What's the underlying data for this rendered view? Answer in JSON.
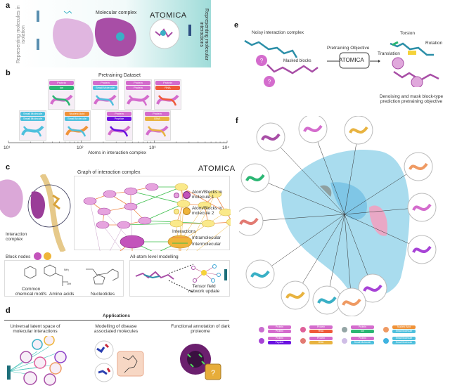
{
  "panel_a": {
    "label": "a",
    "left_text": "Representing molecules in isolation",
    "center_text": "Molecular complex",
    "logo": "ATOMICA",
    "right_text": "Representing molecular interactions"
  },
  "panel_b": {
    "label": "b",
    "title": "Pretraining Dataset",
    "xlabel": "Atoms in interaction complex",
    "ticks": [
      "10¹",
      "10²",
      "10³",
      "10⁴"
    ],
    "cards": [
      {
        "top": "Protein",
        "bottom": "Ion",
        "top_color": "#d46ccd",
        "bottom_color": "#2bb673"
      },
      {
        "top": "Protein",
        "bottom": "Small Molecule",
        "top_color": "#d46ccd",
        "bottom_color": "#4fc0dd"
      },
      {
        "top": "Protein",
        "bottom": "Protein",
        "top_color": "#d46ccd",
        "bottom_color": "#d46ccd"
      },
      {
        "top": "Protein",
        "bottom": "RNA",
        "top_color": "#d46ccd",
        "bottom_color": "#ef5a3a"
      },
      {
        "top": "Small Molecule",
        "bottom": "Small Molecule",
        "top_color": "#4fc0dd",
        "bottom_color": "#4fc0dd"
      },
      {
        "top": "Nucleic Acid",
        "bottom": "Small Molecule",
        "top_color": "#f0933a",
        "bottom_color": "#4fc0dd"
      },
      {
        "top": "Protein",
        "bottom": "Peptide",
        "top_color": "#d46ccd",
        "bottom_color": "#6a11e0"
      },
      {
        "top": "Protein",
        "bottom": "DNA",
        "top_color": "#d46ccd",
        "bottom_color": "#e8b340"
      }
    ]
  },
  "panel_c": {
    "label": "c",
    "logo": "ATOMICA",
    "graph_title": "Graph of interaction complex",
    "legend_mol1": "Atom/Blocks in molecule 1",
    "legend_mol2": "Atom/Blocks in molecule 2",
    "interactions_title": "Interactions",
    "intra": "Intramolecular",
    "inter": "Intermolecular",
    "complex_label": "Interaction complex",
    "block_nodes": "Block nodes",
    "motifs": "Common chemical motifs",
    "amino": "Amino acids",
    "nucleotides": "Nucleotides",
    "nh2": "NH₂",
    "oh": "OH",
    "allatom_title": "All-atom level modelling",
    "tensor": "Tensor field network update"
  },
  "panel_d": {
    "label": "d",
    "title": "Applications",
    "app1": "Universal latent space of molecular interactions",
    "app2": "Modelling of disease associated molecules",
    "app3": "Functional annotation of dark proteome",
    "question": "?"
  },
  "panel_e": {
    "label": "e",
    "noisy": "Noisy interaction complex",
    "masked": "Masked blocks",
    "objective": "Pretraining Objective",
    "logo": "ATOMICA",
    "torsion": "Torsion",
    "rotation": "Rotation",
    "translation": "Translation",
    "caption": "Denoising and mask block-type prediction pretraining objective",
    "question": "?"
  },
  "panel_f": {
    "label": "f",
    "legend": [
      {
        "dot": "#c96ccf",
        "top": "Protein",
        "bottom": "Protein",
        "tc": "#d46ccd",
        "bc": "#d46ccd"
      },
      {
        "dot": "#e0609a",
        "top": "Protein",
        "bottom": "RNA",
        "tc": "#d46ccd",
        "bc": "#ef5a3a"
      },
      {
        "dot": "#94a5a5",
        "top": "Protein",
        "bottom": "Ion",
        "tc": "#d46ccd",
        "bc": "#2bb673"
      },
      {
        "dot": "#ef9a63",
        "top": "Nucleic Acid",
        "bottom": "Small Molecule",
        "tc": "#f0933a",
        "bc": "#4fc0dd"
      },
      {
        "dot": "#a743d6",
        "top": "Protein",
        "bottom": "Peptide",
        "tc": "#d46ccd",
        "bc": "#6a11e0"
      },
      {
        "dot": "#e27a72",
        "top": "Protein",
        "bottom": "DNA",
        "tc": "#d46ccd",
        "bc": "#e8b340"
      },
      {
        "dot": "#cfbde6",
        "top": "Protein",
        "bottom": "Small Molecule",
        "tc": "#d46ccd",
        "bc": "#4fc0dd"
      },
      {
        "dot": "#3fb3e0",
        "top": "Small Molecule",
        "bottom": "Small Molecule",
        "tc": "#4fc0dd",
        "bc": "#4fc0dd"
      }
    ]
  }
}
